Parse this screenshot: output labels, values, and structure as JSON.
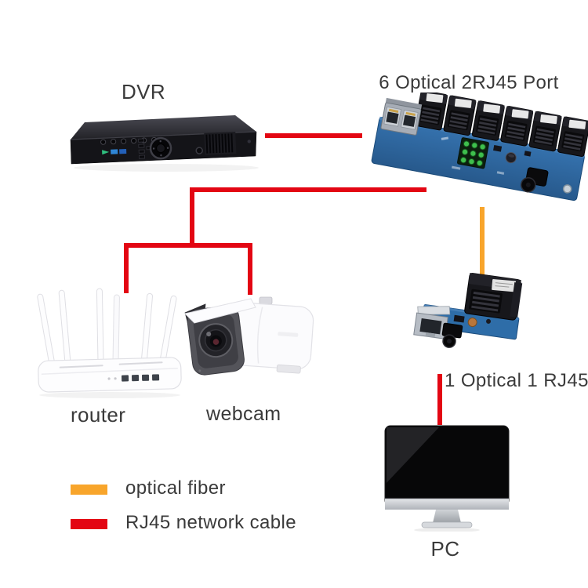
{
  "diagram": {
    "kind": "network-topology",
    "devices": {
      "dvr": {
        "label": "DVR"
      },
      "optical_switch": {
        "label": "6 Optical 2RJ45 Port"
      },
      "router": {
        "label": "router"
      },
      "webcam": {
        "label": "webcam"
      },
      "media_converter": {
        "label": "1 Optical 1 RJ45"
      },
      "pc": {
        "label": "PC"
      }
    },
    "connections": [
      {
        "from": "DVR",
        "to": "6 Optical 2RJ45 Port",
        "cable": "RJ45 network cable"
      },
      {
        "from": "6 Optical 2RJ45 Port",
        "to": "router",
        "cable": "RJ45 network cable"
      },
      {
        "from": "6 Optical 2RJ45 Port",
        "to": "webcam",
        "cable": "RJ45 network cable"
      },
      {
        "from": "6 Optical 2RJ45 Port",
        "to": "1 Optical 1 RJ45",
        "cable": "optical fiber"
      },
      {
        "from": "1 Optical 1 RJ45",
        "to": "PC",
        "cable": "RJ45 network cable"
      }
    ],
    "legend": {
      "items": [
        {
          "label": "optical fiber",
          "color": "#F8A52B"
        },
        {
          "label": "RJ45 network cable",
          "color": "#E30613"
        }
      ]
    },
    "colors": {
      "background": "#FFFFFF",
      "label_text": "#3A3A3A",
      "rj45_cable": "#E30613",
      "optical_fiber": "#F8A52B"
    }
  }
}
